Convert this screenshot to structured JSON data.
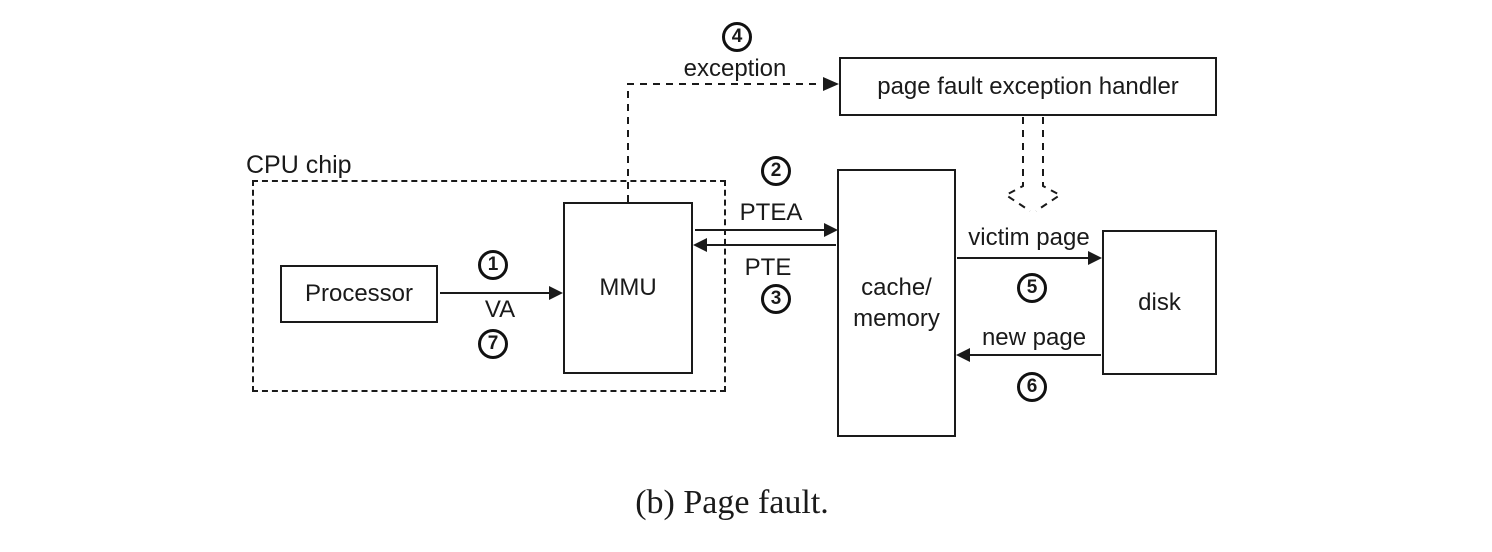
{
  "caption": "(b) Page fault.",
  "colors": {
    "ink": "#1a1a1a",
    "background": "#ffffff"
  },
  "cpu_chip": {
    "label": "CPU chip"
  },
  "boxes": {
    "processor": {
      "label": "Processor"
    },
    "mmu": {
      "label": "MMU"
    },
    "handler": {
      "label": "page fault exception handler"
    },
    "cache_memory": {
      "line1": "cache/",
      "line2": "memory"
    },
    "disk": {
      "label": "disk"
    }
  },
  "edges": {
    "va": {
      "label": "VA"
    },
    "ptea": {
      "label": "PTEA"
    },
    "pte": {
      "label": "PTE"
    },
    "exception": {
      "label": "exception"
    },
    "victim_page": {
      "label": "victim page"
    },
    "new_page": {
      "label": "new page"
    }
  },
  "steps": {
    "s1": "1",
    "s2": "2",
    "s3": "3",
    "s4": "4",
    "s5": "5",
    "s6": "6",
    "s7": "7"
  }
}
